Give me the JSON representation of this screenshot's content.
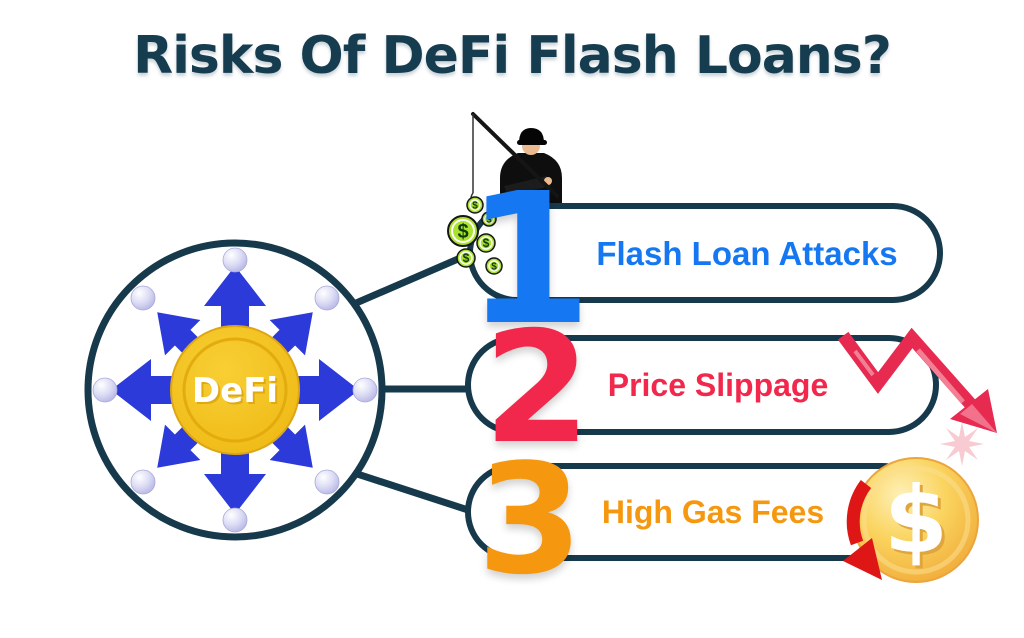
{
  "title": "Risks Of DeFi Flash Loans?",
  "colors": {
    "title": "#153C4F",
    "outline": "#16394B",
    "arrow_blue": "#2B3AD9",
    "hub_coin_gold": "#F3C11C",
    "money_green": "#ABE22E",
    "crash_red": "#E62A50",
    "cycle_red": "#DF1616"
  },
  "hub": {
    "coin_label": "DeFi"
  },
  "symbols": {
    "dollar": "$"
  },
  "items": [
    {
      "number": "1",
      "label": "Flash Loan Attacks",
      "color": "#1578F2"
    },
    {
      "number": "2",
      "label": "Price Slippage",
      "color": "#F2274C"
    },
    {
      "number": "3",
      "label": "High Gas Fees",
      "color": "#F6980F"
    }
  ]
}
